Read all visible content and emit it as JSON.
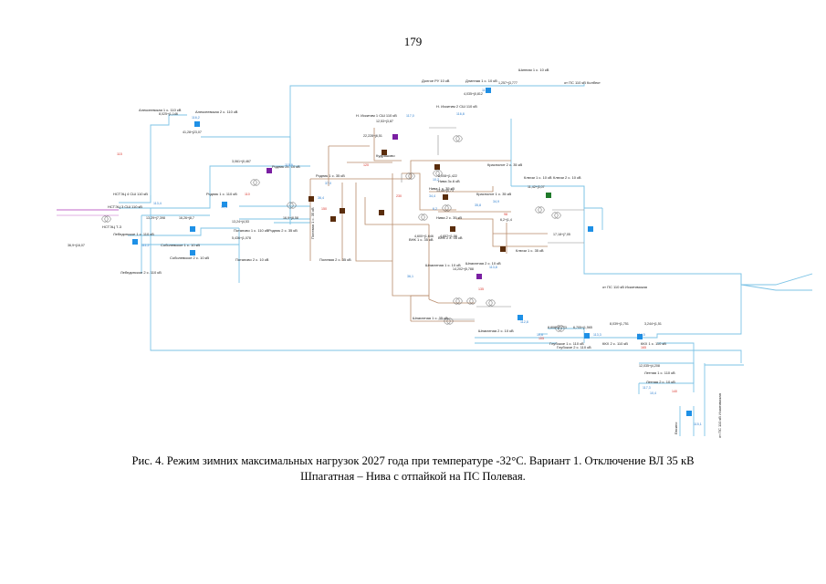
{
  "page_number": "179",
  "caption": {
    "line1": "Рис. 4. Режим зимних максимальных нагрузок 2027 года при температуре -32°C. Вариант 1. Отключение ВЛ 35 кВ",
    "line2": "Шпагатная – Нива с отпайкой на ПС Полевая."
  },
  "colors": {
    "line_110": "#7cc3e6",
    "line_35": "#b88a6a",
    "line_10": "#8a8a8a",
    "line_purple": "#c266c8",
    "sub_blue": "#1e90e6",
    "sub_brown": "#5a2d0c",
    "sub_purple": "#7a1fa2",
    "sub_green": "#1f7a2a",
    "text_volt": "#2e7fcf",
    "text_red": "#d9342b"
  },
  "scheme": {
    "labels": [
      {
        "id": "shinnaya-1-ks",
        "text": "Шинная 1 с. 10 кВ"
      },
      {
        "id": "ps-110-kolbekt",
        "text": "от ПС 110 кВ Колбект"
      },
      {
        "id": "dolgoe-ru",
        "text": "Долгое РУ 10 кВ"
      },
      {
        "id": "dlinnaya-1",
        "text": "Длинная 1 с. 10 кВ"
      },
      {
        "id": "alekseevskaya-1",
        "text": "Алексеевская 1 с. 110 кВ"
      },
      {
        "id": "alekseevskaya-2",
        "text": "Алексеевская 2 с. 110 кВ"
      },
      {
        "id": "n-iskitim-1",
        "text": "Н. Искитим 1 СШ 110 кВ"
      },
      {
        "id": "n-iskitim-2",
        "text": "Н. Искитим 2 СШ 110 кВ"
      },
      {
        "id": "nstsh-4",
        "text": "НСТЭЦ 4 СШ 110 кВ"
      },
      {
        "id": "nstsh-3",
        "text": "НСТЭЦ 3 СШ 110 кВ"
      },
      {
        "id": "rodnik-1",
        "text": "Родник 1 с. 110 кВ"
      },
      {
        "id": "rodnik-2",
        "text": "Родник 2с. 10 кВ"
      },
      {
        "id": "rodnik-1c-35",
        "text": "Родник 1 с. 35 кВ"
      },
      {
        "id": "rodnik-2c-35",
        "text": "Родник 2 с. 35 кВ"
      },
      {
        "id": "lebedinskaya-1",
        "text": "Лебединское 1 с. 110 кВ"
      },
      {
        "id": "lebedinskaya-2",
        "text": "Лебединское 2 с. 110 кВ"
      },
      {
        "id": "sobolev-1",
        "text": "Соболевское 1 с. 10 кВ"
      },
      {
        "id": "sobolev-2",
        "text": "Соболевское 2 с. 10 кВ"
      },
      {
        "id": "potapovo-1",
        "text": "Потапово 1 с. 110 кВ"
      },
      {
        "id": "potapovo-2",
        "text": "Потапово 2 с. 10 кВ"
      },
      {
        "id": "polevaya-1",
        "text": "Полевая 1 с. 35 кВ"
      },
      {
        "id": "polevaya-2",
        "text": "Полевая 2 с. 35 кВ"
      },
      {
        "id": "niva-1",
        "text": "Нива 1 с. 35 кВ"
      },
      {
        "id": "niva-2",
        "text": "Нива 2 с. 35 кВ"
      },
      {
        "id": "niva-3",
        "text": "Нива 3с.6 кВ"
      },
      {
        "id": "vnk-1",
        "text": "ВНК 1 с. 35 кВ"
      },
      {
        "id": "vnk-2",
        "text": "ВНК 2 с. 35 кВ"
      },
      {
        "id": "krasnolit-1",
        "text": "Краснолит 1 с. 35 кВ"
      },
      {
        "id": "krasnolit-2",
        "text": "Краснолит 2 с. 35 кВ"
      },
      {
        "id": "klyuchi-1",
        "text": "Ключи 1 с. 10 кВ"
      },
      {
        "id": "klyuchi-2",
        "text": "Ключи 2 с. 10 кВ"
      },
      {
        "id": "klyuchi-35",
        "text": "Ключи 1 с. 35 кВ"
      },
      {
        "id": "shpagatnaya-1",
        "text": "Шпагатная 1 с. 10 кВ"
      },
      {
        "id": "shpagatnaya-2",
        "text": "Шпагатная 2 с. 10 кВ"
      },
      {
        "id": "shpagatnaya-35",
        "text": "Шпагатная 1 с. 35 кВ"
      },
      {
        "id": "shpagatnaya-2-35",
        "text": "Шпагатная 2 с. 10 кВ"
      },
      {
        "id": "ps-110-iskitimskaya-1",
        "text": "от ПС 110 кВ Искитимская"
      },
      {
        "id": "glubokoe-1",
        "text": "Глубокое 1 с. 110 кВ"
      },
      {
        "id": "glubokoe-2",
        "text": "Глубокое 2 с. 110 кВ"
      },
      {
        "id": "kkh-1",
        "text": "ККХ 1 с. 110 кВ"
      },
      {
        "id": "kkh-2",
        "text": "ККХ 2 с. 110 кВ"
      },
      {
        "id": "letnaya-1",
        "text": "Летняя 1 с. 110 кВ"
      },
      {
        "id": "letnaya-2",
        "text": "Летняя 2 с. 10 кВ"
      },
      {
        "id": "evsino",
        "text": "Евсино"
      },
      {
        "id": "ps-110-iskitimskaya-2",
        "text": "от ПС 110 кВ Искитимская"
      },
      {
        "id": "kudrakovo",
        "text": "Кудряшово"
      },
      {
        "id": "nstsh-t3",
        "text": "НСТЭЦ Т-3"
      }
    ],
    "flows": [
      {
        "id": "f1",
        "text": "1,257+j3,777"
      },
      {
        "id": "f2",
        "text": "4,035+j0,812"
      },
      {
        "id": "f3",
        "text": "8,025+j1,146"
      },
      {
        "id": "f4",
        "text": "41,28+j23,07"
      },
      {
        "id": "f5",
        "text": "3,061+j0,467"
      },
      {
        "id": "f6",
        "text": "12,53+j3,87"
      },
      {
        "id": "f7",
        "text": "22,228+j6,51"
      },
      {
        "id": "f8",
        "text": "2,008+j1,422"
      },
      {
        "id": "f9",
        "text": "13,46+j5,73"
      },
      {
        "id": "f10",
        "text": "4,657+j1,56"
      },
      {
        "id": "f11",
        "text": "4,600+j1,646"
      },
      {
        "id": "f12",
        "text": "6,2+j1,4"
      },
      {
        "id": "f13",
        "text": "11,42+j3,07"
      },
      {
        "id": "f14",
        "text": "17,18+j7,05"
      },
      {
        "id": "f15",
        "text": "14,202+j5,788"
      },
      {
        "id": "f16",
        "text": "8,808+j1,773"
      },
      {
        "id": "f17",
        "text": "6,705+j1,565"
      },
      {
        "id": "f18",
        "text": "8,039+j1,751"
      },
      {
        "id": "f19",
        "text": "3,244+j1,51"
      },
      {
        "id": "f20",
        "text": "12,035+j4,208"
      },
      {
        "id": "f21",
        "text": "36,9+j16,07"
      },
      {
        "id": "f22",
        "text": "13,29+j7,398"
      },
      {
        "id": "f23",
        "text": "16,26+j8,7"
      },
      {
        "id": "f24",
        "text": "13,24+j4,53"
      },
      {
        "id": "f25",
        "text": "16,9+j8,58"
      },
      {
        "id": "f26",
        "text": "5,436+j1,078"
      }
    ],
    "voltages": [
      {
        "id": "v1",
        "text": "115,5"
      },
      {
        "id": "v2",
        "text": "116,2"
      },
      {
        "id": "v3",
        "text": "10,4"
      },
      {
        "id": "v4",
        "text": "113,4"
      },
      {
        "id": "v5",
        "text": "111,2"
      },
      {
        "id": "v6",
        "text": "37,0"
      },
      {
        "id": "v7",
        "text": "36,4"
      },
      {
        "id": "v8",
        "text": "117,0"
      },
      {
        "id": "v9",
        "text": "116,8"
      },
      {
        "id": "v10",
        "text": "34,4"
      },
      {
        "id": "v11",
        "text": "10,2"
      },
      {
        "id": "v12",
        "text": "115,9"
      },
      {
        "id": "v13",
        "text": "35,8"
      },
      {
        "id": "v14",
        "text": "34,9"
      },
      {
        "id": "v15",
        "text": "6,2"
      },
      {
        "id": "v16",
        "text": "36,1"
      },
      {
        "id": "v17",
        "text": "113,8"
      },
      {
        "id": "v18",
        "text": "112,8"
      },
      {
        "id": "v19",
        "text": "10,6"
      },
      {
        "id": "v20",
        "text": "113,3"
      },
      {
        "id": "v21",
        "text": "114,5"
      },
      {
        "id": "v22",
        "text": "117,3"
      },
      {
        "id": "v23",
        "text": "10,4"
      },
      {
        "id": "v24",
        "text": "115,1"
      }
    ],
    "red_values": [
      {
        "id": "r1",
        "text": "115"
      },
      {
        "id": "r2",
        "text": "110"
      },
      {
        "id": "r3",
        "text": "150"
      },
      {
        "id": "r4",
        "text": "120"
      },
      {
        "id": "r5",
        "text": "230"
      },
      {
        "id": "r6",
        "text": "135"
      },
      {
        "id": "r7",
        "text": "98"
      },
      {
        "id": "r8",
        "text": "105"
      },
      {
        "id": "r9",
        "text": "165"
      },
      {
        "id": "r10",
        "text": "140"
      }
    ]
  }
}
